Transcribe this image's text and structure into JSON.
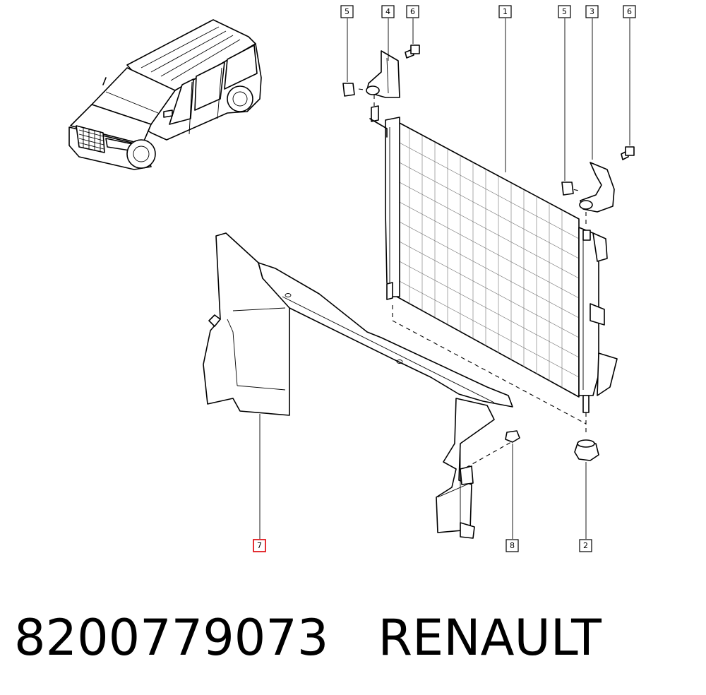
{
  "footer": {
    "part_number": "8200779073",
    "brand": "RENAULT"
  },
  "callouts": [
    {
      "id": "callout-5a",
      "label": "5",
      "highlight": false
    },
    {
      "id": "callout-4",
      "label": "4",
      "highlight": false
    },
    {
      "id": "callout-6a",
      "label": "6",
      "highlight": false
    },
    {
      "id": "callout-1",
      "label": "1",
      "highlight": false
    },
    {
      "id": "callout-5b",
      "label": "5",
      "highlight": false
    },
    {
      "id": "callout-3",
      "label": "3",
      "highlight": false
    },
    {
      "id": "callout-6b",
      "label": "6",
      "highlight": false
    },
    {
      "id": "callout-7",
      "label": "7",
      "highlight": true
    },
    {
      "id": "callout-8",
      "label": "8",
      "highlight": false
    },
    {
      "id": "callout-2",
      "label": "2",
      "highlight": false
    }
  ],
  "colors": {
    "line": "#000000",
    "background": "#ffffff",
    "highlight": "#e0191e"
  }
}
